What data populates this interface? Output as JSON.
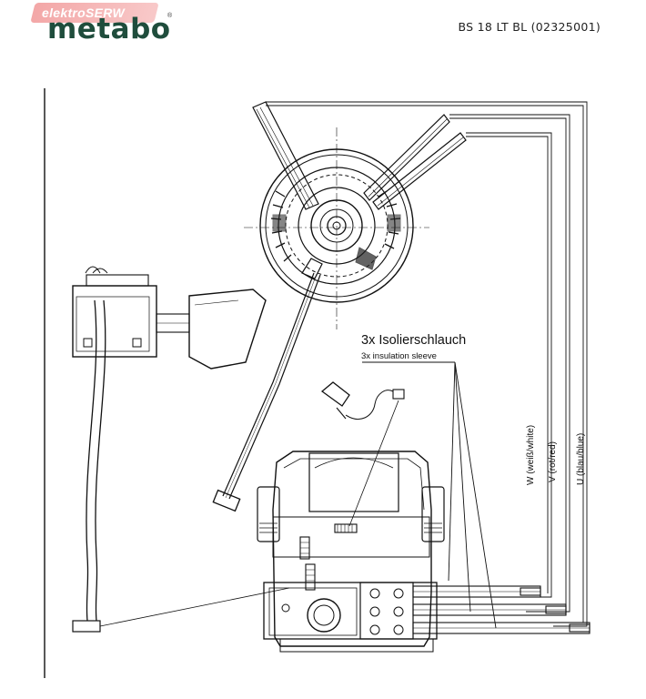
{
  "header": {
    "watermark_text": "elektroSERW",
    "logo_text": "metabo",
    "logo_reg": "®",
    "model": "BS 18 LT BL (02325001)"
  },
  "diagram": {
    "sleeve_label_de": "3x Isolierschlauch",
    "sleeve_label_en": "3x insulation sleeve",
    "wire_w": "W (weiß/white)",
    "wire_v": "V (rot/red)",
    "wire_u": "U (blau/blue)"
  }
}
